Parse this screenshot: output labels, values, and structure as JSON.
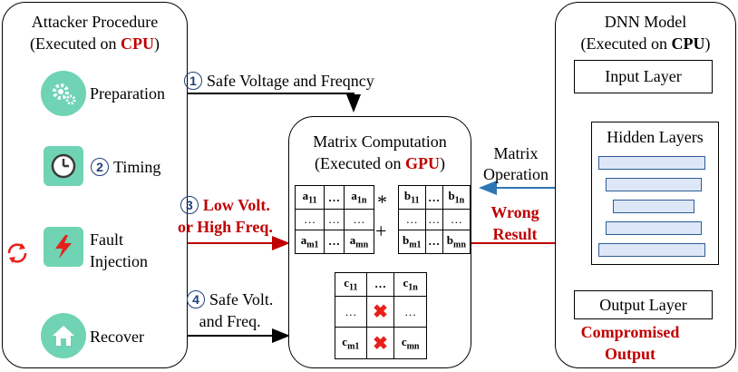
{
  "attacker": {
    "title_line1": "Attacker Procedure",
    "title_prefix": "(Executed on ",
    "title_device": "CPU",
    "title_suffix": ")",
    "steps": {
      "preparation": "Preparation",
      "timing": "Timing",
      "fault_line1": "Fault",
      "fault_line2": "Injection",
      "recover": "Recover"
    }
  },
  "dnn": {
    "title_line1": "DNN Model",
    "title_prefix": "(Executed on ",
    "title_device": "CPU",
    "title_suffix": ")",
    "input_layer": "Input Layer",
    "hidden_layers": "Hidden Layers",
    "output_layer": "Output Layer",
    "compromised_line1": "Compromised",
    "compromised_line2": "Output"
  },
  "gpu": {
    "title_line1": "Matrix Computation",
    "title_prefix": "(Executed on ",
    "title_device": "GPU",
    "title_suffix": ")",
    "times": "*",
    "plus": "+",
    "matrix_a": [
      [
        "a11",
        "…",
        "a1n"
      ],
      [
        "…",
        "…",
        "…"
      ],
      [
        "am1",
        "…",
        "amn"
      ]
    ],
    "matrix_b": [
      [
        "b11",
        "…",
        "b1n"
      ],
      [
        "…",
        "…",
        "…"
      ],
      [
        "bm1",
        "…",
        "bmn"
      ]
    ],
    "matrix_c": [
      [
        "c11",
        "…",
        "c1n"
      ],
      [
        "…",
        "✖",
        "…"
      ],
      [
        "cm1",
        "✖",
        "cmn"
      ]
    ]
  },
  "arrows": {
    "step1_num": "1",
    "step1_text": "Safe Voltage and Freqncy",
    "step2_num": "2",
    "step3_num": "3",
    "step3_line1": "Low Volt.",
    "step3_line2": "or High Freq.",
    "step4_num": "4",
    "step4_line1": "Safe Volt.",
    "step4_line2": "and Freq.",
    "matrix_op_line1": "Matrix",
    "matrix_op_line2": "Operation",
    "wrong_line1": "Wrong",
    "wrong_line2": "Result"
  },
  "colors": {
    "accent_red": "#c00000",
    "step_green": "#6fd3b4",
    "arrow_blue": "#2e75b6",
    "number_blue": "#1f3f7a"
  }
}
